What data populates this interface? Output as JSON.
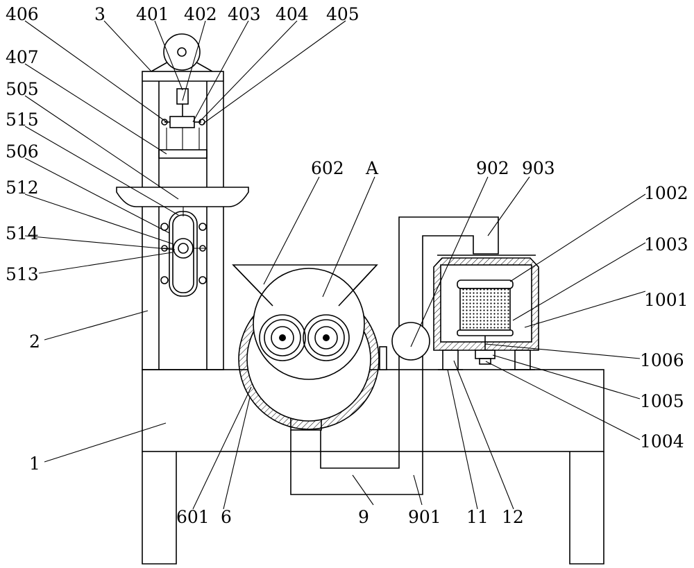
{
  "figure": {
    "labels": {
      "l406": "406",
      "l3": "3",
      "l401": "401",
      "l402": "402",
      "l403": "403",
      "l404": "404",
      "l405": "405",
      "l407": "407",
      "l505": "505",
      "l515": "515",
      "l506": "506",
      "l512": "512",
      "l514": "514",
      "l513": "513",
      "l2": "2",
      "l1": "1",
      "l602": "602",
      "lA": "A",
      "l902": "902",
      "l903": "903",
      "l1002": "1002",
      "l1003": "1003",
      "l1001": "1001",
      "l1006": "1006",
      "l1005": "1005",
      "l1004": "1004",
      "l601": "601",
      "l6": "6",
      "l9": "9",
      "l901": "901",
      "l11": "11",
      "l12": "12"
    }
  }
}
